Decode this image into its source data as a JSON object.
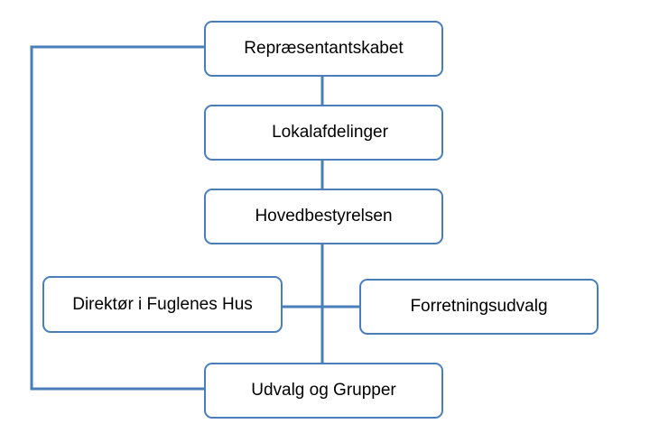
{
  "diagram": {
    "nodes": {
      "representantskabet": "Repræsentantskabet",
      "lokalafdelinger": "Lokalafdelinger",
      "hovedbestyrelsen": "Hovedbestyrelsen",
      "direktor": "Direktør i Fuglenes Hus",
      "forretningsudvalg": "Forretningsudvalg",
      "udvalg_og_grupper": "Udvalg og Grupper"
    },
    "edges": [
      [
        "representantskabet",
        "lokalafdelinger"
      ],
      [
        "lokalafdelinger",
        "hovedbestyrelsen"
      ],
      [
        "hovedbestyrelsen",
        "udvalg_og_grupper"
      ],
      [
        "hovedbestyrelsen",
        "direktor"
      ],
      [
        "hovedbestyrelsen",
        "forretningsudvalg"
      ],
      [
        "representantskabet",
        "udvalg_og_grupper"
      ]
    ],
    "colors": {
      "line": "#4a7ebb",
      "box_border": "#4a7ebb",
      "box_fill": "#ffffff",
      "text": "#000000"
    }
  }
}
